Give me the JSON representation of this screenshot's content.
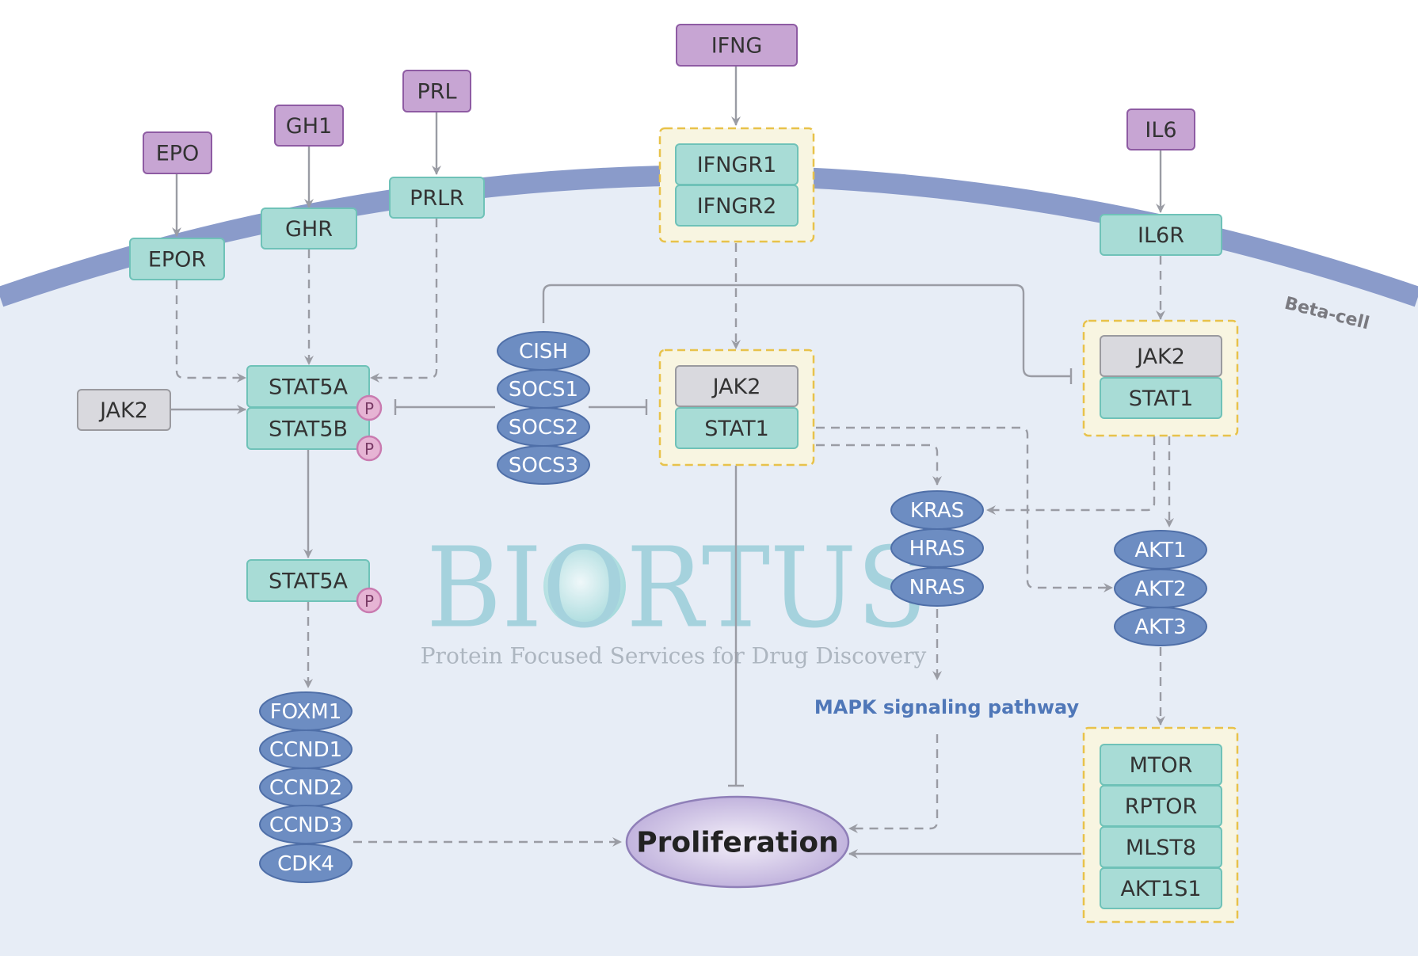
{
  "diagram": {
    "cell_label": "Beta-cell",
    "watermark": {
      "logo": "BIORTUS",
      "tagline": "Protein Focused Services for Drug Discovery"
    },
    "pathway_label": "MAPK signaling pathway",
    "outcome": "Proliferation",
    "phospho_label": "P",
    "ligands": {
      "epo": "EPO",
      "gh1": "GH1",
      "prl": "PRL",
      "ifng": "IFNG",
      "il6": "IL6"
    },
    "receptors": {
      "epor": "EPOR",
      "ghr": "GHR",
      "prlr": "PRLR",
      "ifngr1": "IFNGR1",
      "ifngr2": "IFNGR2",
      "il6r": "IL6R"
    },
    "stat5_complex": [
      "STAT5A",
      "STAT5B"
    ],
    "stat5a_single": "STAT5A",
    "jak2_left": "JAK2",
    "socs": [
      "CISH",
      "SOCS1",
      "SOCS2",
      "SOCS3"
    ],
    "ifn_complex": [
      "JAK2",
      "STAT1"
    ],
    "il6_complex": [
      "JAK2",
      "STAT1"
    ],
    "ras": [
      "KRAS",
      "HRAS",
      "NRAS"
    ],
    "akt": [
      "AKT1",
      "AKT2",
      "AKT3"
    ],
    "targets": [
      "FOXM1",
      "CCND1",
      "CCND2",
      "CCND3",
      "CDK4"
    ],
    "mtor_complex": [
      "MTOR",
      "RPTOR",
      "MLST8",
      "AKT1S1"
    ],
    "colors": {
      "ligand_fill": "#c7a5d3",
      "ligand_stroke": "#8e5ba3",
      "receptor_fill": "#a8dcd6",
      "receptor_stroke": "#6fc2b8",
      "kinase_fill": "#d9d9de",
      "kinase_stroke": "#9a9a9f",
      "oval_fill": "#6d8dc2",
      "oval_stroke": "#4f6fa8",
      "complex_border": "#e8c24a",
      "complex_fill": "#f8f5e1",
      "membrane": "#8a9bca",
      "cytoplasm": "#e7edf6",
      "edge": "#9a9ca4",
      "phospho_fill": "#e6b4d4",
      "phospho_stroke": "#c97bb0"
    }
  }
}
